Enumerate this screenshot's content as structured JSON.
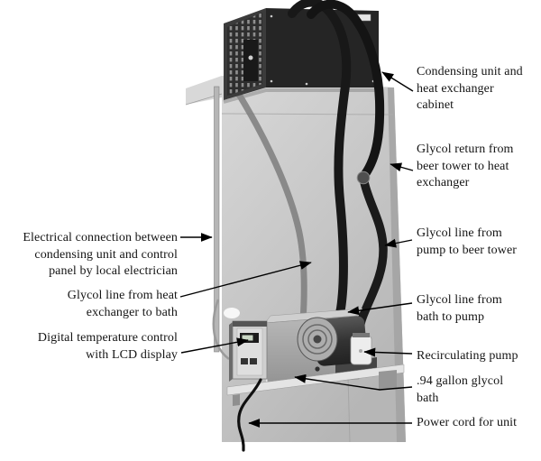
{
  "labels": {
    "left": [
      {
        "name": "electrical-connection",
        "lines": [
          "Electrical connection between",
          "condensing unit and control",
          "panel by local electrician"
        ]
      },
      {
        "name": "glycol-line-heat-exchanger-to-bath",
        "lines": [
          "Glycol line from heat",
          "exchanger to bath"
        ]
      },
      {
        "name": "digital-temperature-control",
        "lines": [
          "Digital temperature control",
          "with LCD display"
        ]
      }
    ],
    "right": [
      {
        "name": "condensing-unit-and-heat-exchanger-cabinet",
        "lines": [
          "Condensing unit and",
          "heat exchanger",
          "cabinet"
        ]
      },
      {
        "name": "glycol-return-from-beer-tower",
        "lines": [
          "Glycol return from",
          "beer tower to heat",
          "exchanger"
        ]
      },
      {
        "name": "glycol-line-pump-to-beer-tower",
        "lines": [
          "Glycol line from",
          "pump to beer tower"
        ]
      },
      {
        "name": "glycol-line-bath-to-pump",
        "lines": [
          "Glycol line from",
          "bath to pump"
        ]
      },
      {
        "name": "recirculating-pump",
        "lines": [
          "Recirculating pump"
        ]
      },
      {
        "name": "glycol-bath",
        "lines": [
          ".94 gallon glycol",
          "bath"
        ]
      },
      {
        "name": "power-cord",
        "lines": [
          "Power cord for unit"
        ]
      }
    ]
  },
  "photo": {
    "parts": [
      "condensing-unit-cabinet",
      "vent-grille",
      "wall-panel",
      "electrical-conduit",
      "hose-return-line",
      "hose-supply-line",
      "hose-to-pump",
      "glycol-line-shadow",
      "ball-fitting",
      "temperature-controller",
      "lcd-display",
      "glycol-bath-tank",
      "recirculating-pump",
      "pump-outlet-fitting",
      "mounting-shelf",
      "power-cord"
    ]
  },
  "colors": {
    "background": "#ffffff",
    "panel": "#c9c9c9",
    "cabinet": "#262626",
    "hose": "#171717",
    "text": "#141414",
    "leader": "#000000"
  }
}
